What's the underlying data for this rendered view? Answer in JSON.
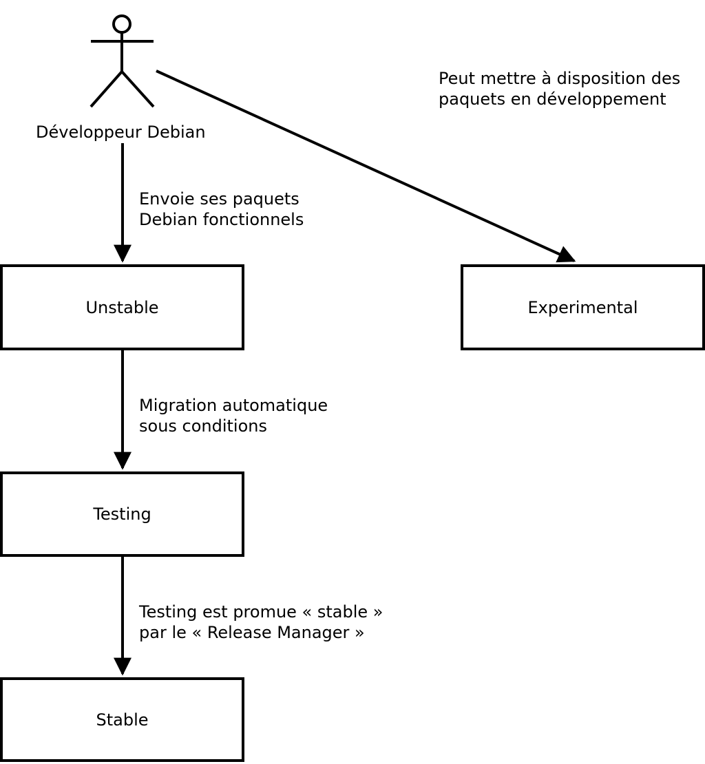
{
  "diagram": {
    "title_hint": "Debian release workflow",
    "actor": {
      "label": "Développeur Debian"
    },
    "nodes": [
      {
        "id": "unstable",
        "label": "Unstable"
      },
      {
        "id": "experimental",
        "label": "Experimental"
      },
      {
        "id": "testing",
        "label": "Testing"
      },
      {
        "id": "stable",
        "label": "Stable"
      }
    ],
    "edges": [
      {
        "from": "developpeur-debian",
        "to": "unstable",
        "label": "Envoie ses paquets\nDebian fonctionnels"
      },
      {
        "from": "developpeur-debian",
        "to": "experimental",
        "label": "Peut mettre à disposition des\npaquets en développement"
      },
      {
        "from": "unstable",
        "to": "testing",
        "label": "Migration automatique\nsous conditions"
      },
      {
        "from": "testing",
        "to": "stable",
        "label": "Testing est promue « stable »\npar le « Release Manager »"
      }
    ],
    "colors": {
      "line": "#000000",
      "box_border": "#000000",
      "box_background": "#ffffff",
      "page_background": "#ffffff",
      "text": "#000000"
    }
  }
}
